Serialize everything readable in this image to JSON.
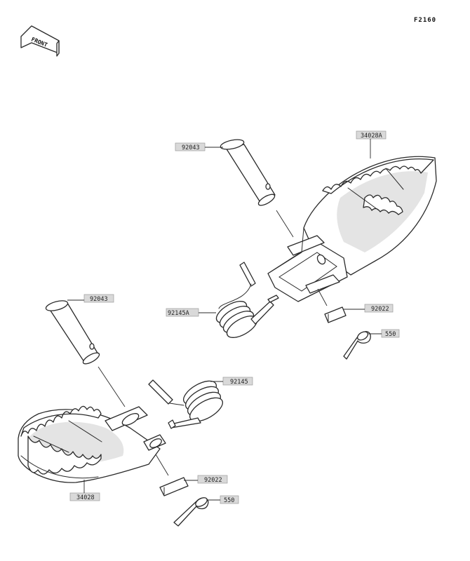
{
  "figure_code": "F2160",
  "direction_label": "FRONT",
  "parts": [
    {
      "id": "pin_upper",
      "number": "92043"
    },
    {
      "id": "footpeg_right",
      "number": "34028A"
    },
    {
      "id": "spring_upper",
      "number": "92145A"
    },
    {
      "id": "washer_upper",
      "number": "92022"
    },
    {
      "id": "cotter_upper",
      "number": "550"
    },
    {
      "id": "pin_lower",
      "number": "92043"
    },
    {
      "id": "spring_lower",
      "number": "92145"
    },
    {
      "id": "washer_lower",
      "number": "92022"
    },
    {
      "id": "cotter_lower",
      "number": "550"
    },
    {
      "id": "footpeg_left",
      "number": "34028"
    }
  ]
}
